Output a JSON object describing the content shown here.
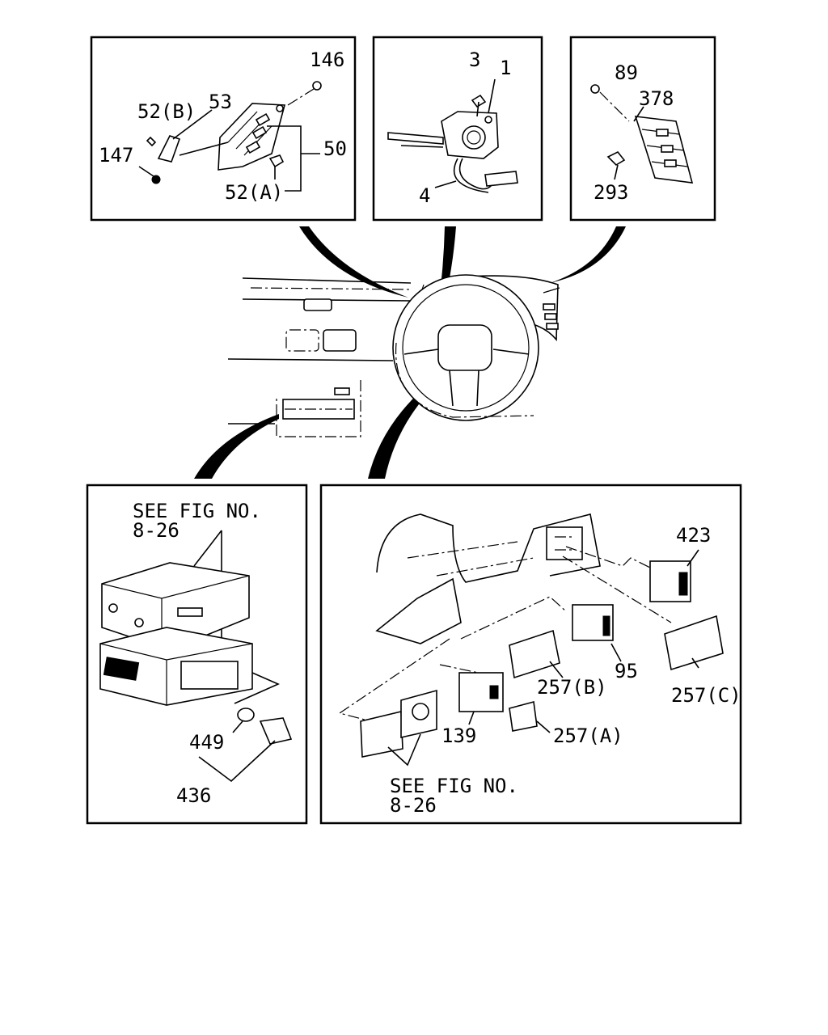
{
  "panels": {
    "top_left": {
      "labels": {
        "p146": "146",
        "p52b": "52(B)",
        "p53": "53",
        "p147": "147",
        "p50": "50",
        "p52a": "52(A)"
      }
    },
    "top_center": {
      "labels": {
        "p3": "3",
        "p1": "1",
        "p4": "4"
      }
    },
    "top_right": {
      "labels": {
        "p89": "89",
        "p378": "378",
        "p293": "293"
      }
    },
    "bottom_left": {
      "see_fig_line1": "SEE FIG NO.",
      "see_fig_line2": "8-26",
      "labels": {
        "p449": "449",
        "p436": "436"
      }
    },
    "bottom_right": {
      "see_fig_line1": "SEE FIG NO.",
      "see_fig_line2": "8-26",
      "labels": {
        "p423": "423",
        "p95": "95",
        "p257b": "257(B)",
        "p257c": "257(C)",
        "p139": "139",
        "p257a": "257(A)"
      }
    }
  }
}
